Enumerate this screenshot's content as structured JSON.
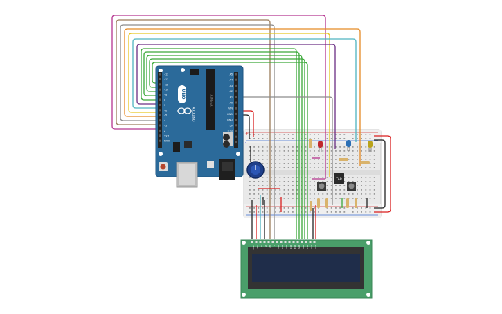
{
  "arduino": {
    "board_text": "UNO",
    "brand_text": "ARDUINO",
    "digital_pins": [
      "~13",
      "~12",
      "~11",
      "~10",
      "~9",
      "8",
      "7",
      "~6",
      "~5",
      "4",
      "~3",
      "2",
      "TX 1",
      "RX 0"
    ],
    "power_pins": [
      "A5",
      "A4",
      "A3",
      "A2",
      "A1",
      "A0",
      "VIN",
      "GND",
      "GND",
      "5V",
      "3.3V",
      "RESET",
      "IOREF"
    ],
    "side_labels": [
      "AREF",
      "GND"
    ],
    "analog_label": "ANALOG IN",
    "power_label": "POWER",
    "chip_label": "ATMEGA"
  },
  "breadboard": {
    "rail_plus": "+",
    "rail_minus": "-"
  },
  "button_label": "TAP",
  "lcd": {
    "pin_labels": [
      "GND",
      "VCC",
      "V0",
      "RS",
      "RW",
      "E",
      "DB0",
      "DB1",
      "DB2",
      "DB3",
      "DB4",
      "DB5",
      "DB6",
      "DB7",
      "LED",
      "LED"
    ]
  },
  "colors": {
    "board": "#2b6a9a",
    "breadboard": "#ededed",
    "lcd_pcb": "#4a9f6a",
    "lcd_screen": "#1f2d4a",
    "wire_magenta": "#b5348f",
    "wire_brown": "#9a7c5a",
    "wire_orange": "#e58a25",
    "wire_yellow": "#e8c620",
    "wire_teal": "#4fb4c0",
    "wire_purple": "#6a2d83",
    "wire_green": "#3aa838",
    "wire_gray": "#8c8c8c",
    "wire_red": "#d91f1f",
    "wire_black": "#222222"
  }
}
